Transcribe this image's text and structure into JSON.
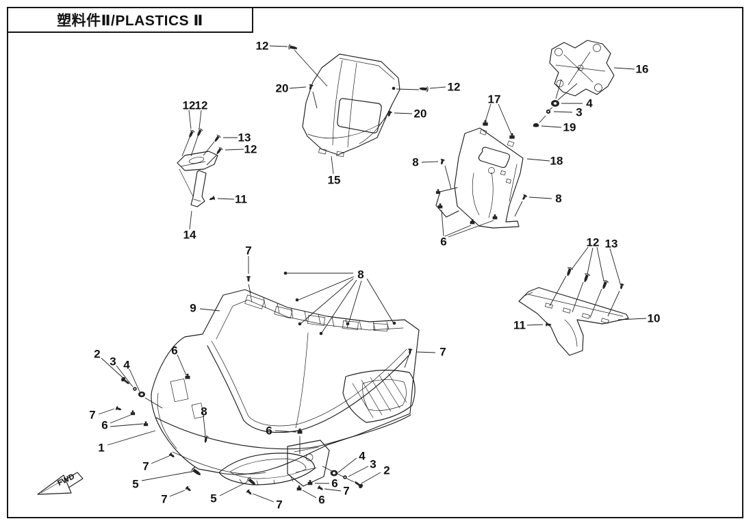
{
  "page": {
    "title": "塑料件Ⅱ/PLASTICS Ⅱ",
    "fwd_label": "FWD"
  },
  "colors": {
    "line": "#1c1c1c",
    "background": "#ffffff"
  },
  "callouts": [
    "12",
    "20",
    "12",
    "20",
    "15",
    "12",
    "12",
    "13",
    "12",
    "11",
    "14",
    "16",
    "4",
    "3",
    "19",
    "17",
    "8",
    "18",
    "8",
    "6",
    "12",
    "13",
    "10",
    "11",
    "7",
    "8",
    "9",
    "7",
    "6",
    "2",
    "3",
    "4",
    "7",
    "6",
    "1",
    "8",
    "6",
    "7",
    "5",
    "7",
    "5",
    "7",
    "6",
    "4",
    "3",
    "2",
    "6",
    "7"
  ]
}
